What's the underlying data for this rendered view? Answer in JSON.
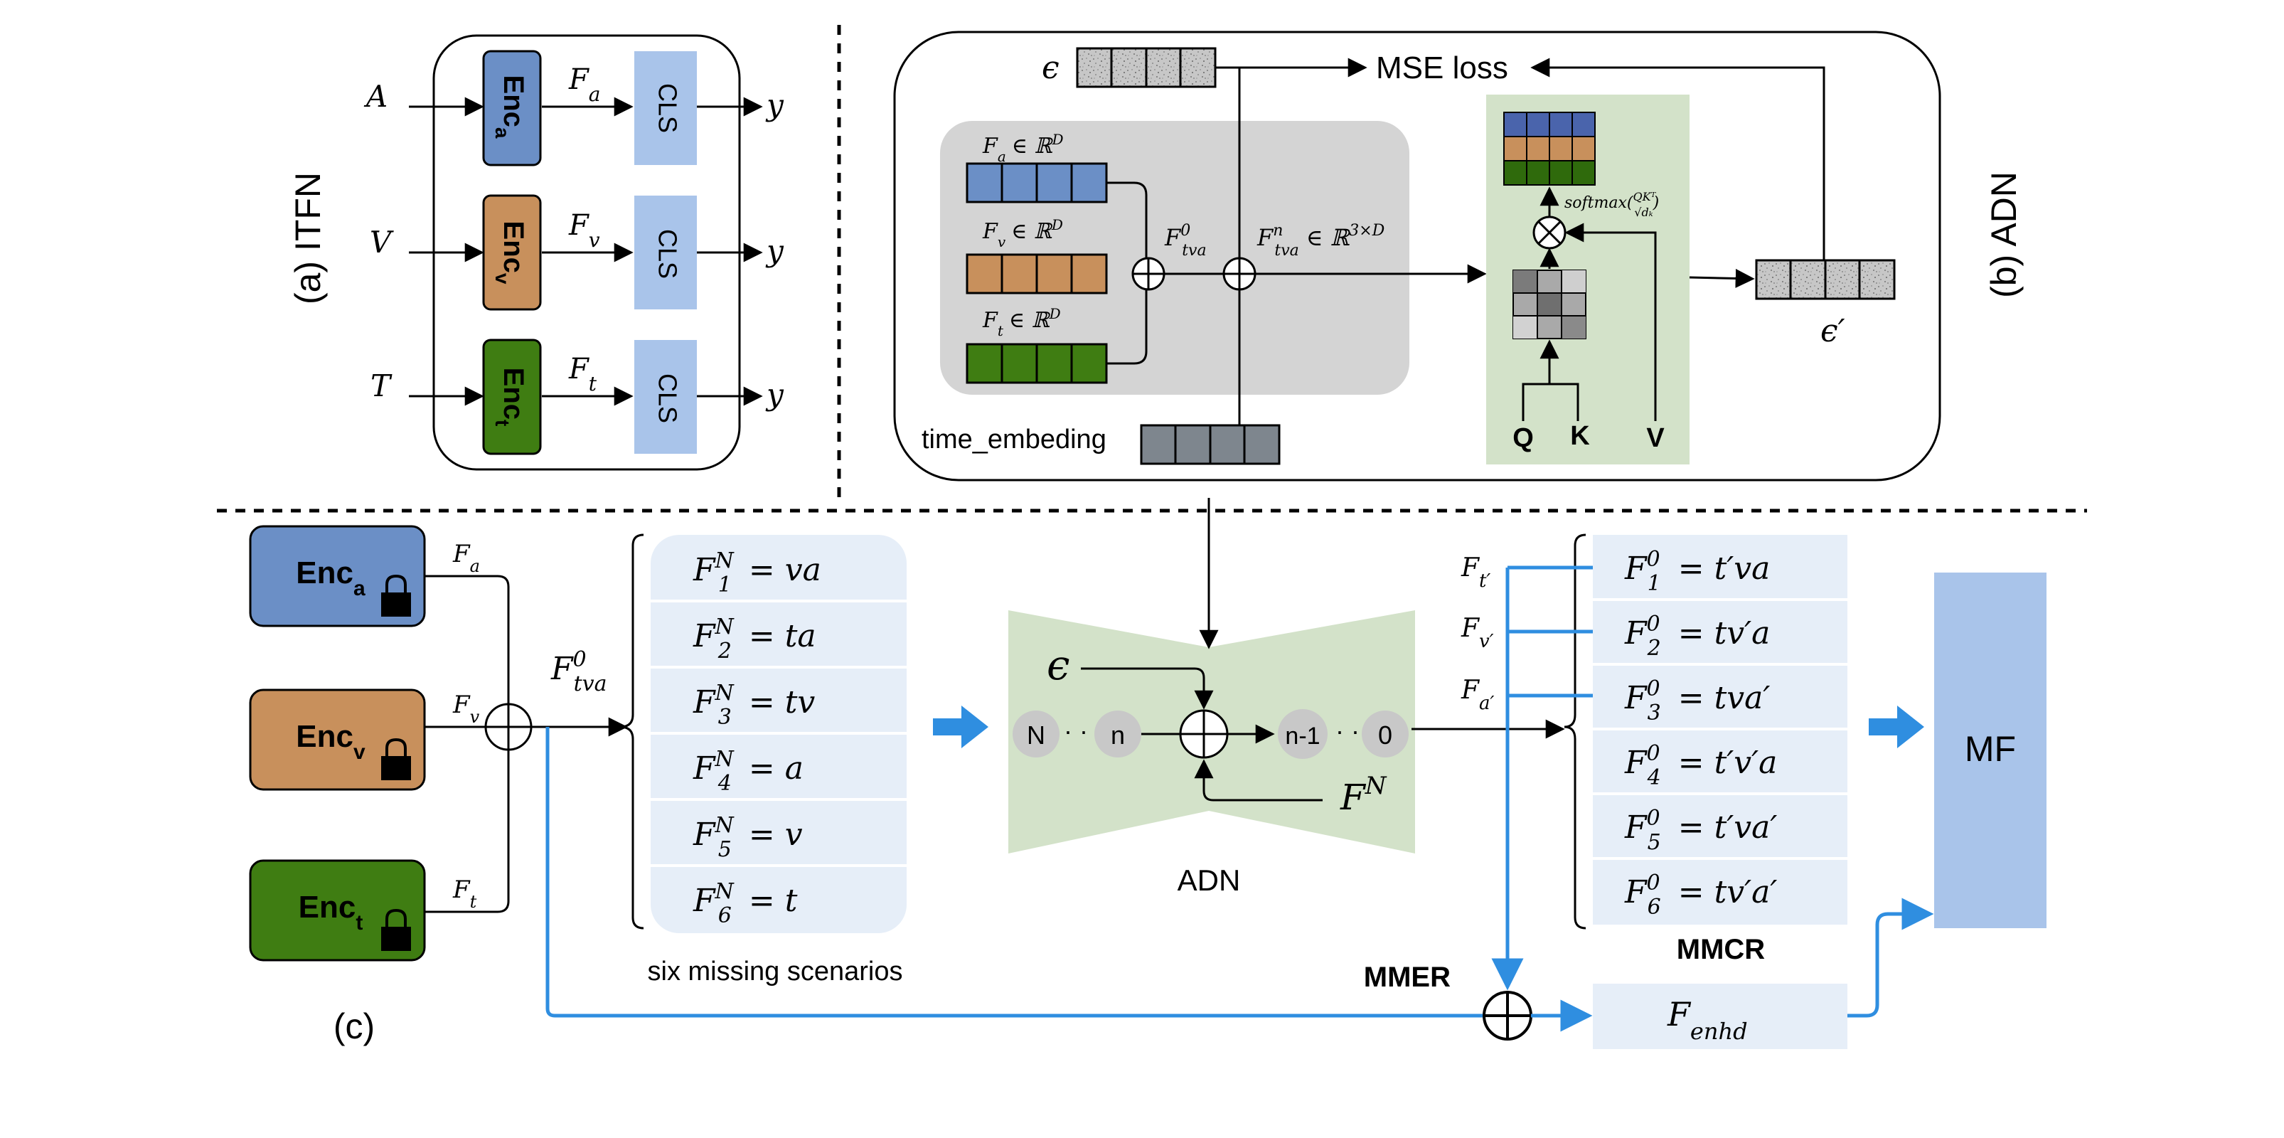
{
  "itfn": {
    "section_label": "(a)  ITFN",
    "inputs": [
      "A",
      "V",
      "T"
    ],
    "encoders": [
      {
        "base": "Enc",
        "sub": "a",
        "color": "#6b8fc6"
      },
      {
        "base": "Enc",
        "sub": "v",
        "color": "#c8905c"
      },
      {
        "base": "Enc",
        "sub": "t",
        "color": "#3f7d12"
      }
    ],
    "features": [
      {
        "base": "F",
        "sub": "a"
      },
      {
        "base": "F",
        "sub": "v"
      },
      {
        "base": "F",
        "sub": "t"
      }
    ],
    "cls_label": "CLS",
    "output": "y"
  },
  "adn_detail": {
    "section_label": "(b)  ADN",
    "epsilon": "ϵ",
    "mse_loss": "MSE loss",
    "fa_in": "F",
    "fa_sub": "a",
    "in_rd": "∈ ℝ",
    "d_sup": "D",
    "fv_sub": "v",
    "ft_sub": "t",
    "f0_base": "F",
    "f0_sup": "0",
    "f0_sub": "tva",
    "fn_base": "F",
    "fn_sup": "n",
    "fn_sub": "tva",
    "fn_rest": "∈ ℝ",
    "fn_dim": "3×D",
    "softmax": "softmax(",
    "softmax_num": "QKᵀ",
    "softmax_den": "√dₖ",
    "softmax_close": ")",
    "epsilon_prime": "ϵ′",
    "time_embedding": "time_embeding",
    "q": "Q",
    "k": "K",
    "v": "V"
  },
  "pipeline": {
    "section_label": "(c)",
    "encoders": [
      {
        "base": "Enc",
        "sub": "a",
        "color": "#6b8fc6",
        "feat_sub": "a"
      },
      {
        "base": "Enc",
        "sub": "v",
        "color": "#c8905c",
        "feat_sub": "v"
      },
      {
        "base": "Enc",
        "sub": "t",
        "color": "#3f7d12",
        "feat_sub": "t"
      }
    ],
    "f_tva_base": "F",
    "f_tva_sup": "0",
    "f_tva_sub": "tva",
    "scenarios": [
      {
        "sup": "N",
        "sub": "1",
        "rhs": "= va"
      },
      {
        "sup": "N",
        "sub": "2",
        "rhs": "= ta"
      },
      {
        "sup": "N",
        "sub": "3",
        "rhs": "= tv"
      },
      {
        "sup": "N",
        "sub": "4",
        "rhs": "= a"
      },
      {
        "sup": "N",
        "sub": "5",
        "rhs": "= v"
      },
      {
        "sup": "N",
        "sub": "6",
        "rhs": "= t"
      }
    ],
    "scenarios_caption": "six missing scenarios",
    "adn_label": "ADN",
    "adn_epsilon": "ϵ",
    "adn_fn_base": "F",
    "adn_fn_sup": "N",
    "steps": [
      "N",
      "n",
      "n-1",
      "0"
    ],
    "dots": "· · ·",
    "dots2": "· ·",
    "recovered": [
      {
        "sup": "0",
        "sub": "1",
        "rhs": "= t′va"
      },
      {
        "sup": "0",
        "sub": "2",
        "rhs": "= tv′a"
      },
      {
        "sup": "0",
        "sub": "3",
        "rhs": "= tva′"
      },
      {
        "sup": "0",
        "sub": "4",
        "rhs": "= t′v′a"
      },
      {
        "sup": "0",
        "sub": "5",
        "rhs": "= t′va′"
      },
      {
        "sup": "0",
        "sub": "6",
        "rhs": "= tv′a′"
      }
    ],
    "side_feats": [
      {
        "base": "F",
        "sub": "t′"
      },
      {
        "base": "F",
        "sub": "v′"
      },
      {
        "base": "F",
        "sub": "a′"
      }
    ],
    "mmcr_label": "MMCR",
    "mmer_label": "MMER",
    "f_enhd_base": "F",
    "f_enhd_sub": "enhd",
    "mf_label": "MF"
  },
  "colors": {
    "blue_arrow": "#2f8ee0",
    "light_panel": "#e6eef8",
    "adn_green": "#d3e2c9",
    "gray_panel": "#d4d4d4",
    "cls_blue": "#a9c4ea",
    "mf_blue": "#a9c4ea"
  }
}
